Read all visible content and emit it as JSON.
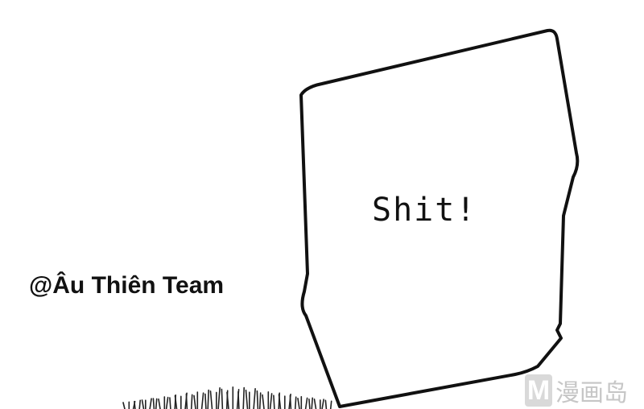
{
  "panel": {
    "speech_text": "Shit!",
    "credit": "@Âu Thiên Team"
  },
  "watermark": {
    "logo_letter": "M",
    "logo_text": "漫画岛"
  }
}
